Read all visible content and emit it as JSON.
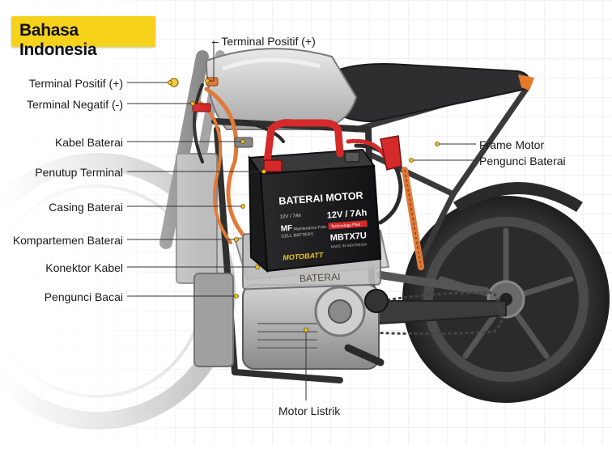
{
  "title": "Bahasa Indonesia",
  "labels": {
    "terminal_positif_top": "– Terminal Positif (+)",
    "terminal_positif": "Terminal Positif (+)",
    "terminal_negatif": "Terminal Negatif (-)",
    "kabel_baterai": "Kabel Baterai",
    "penutup_terminal": "Penutup Terminal",
    "casing_baterai": "Casing Baterai",
    "kompartemen_baterai": "Kompartemen Baterai",
    "konektor_kabel": "Konektor Kabel",
    "pengunci_bacai": "Pengunci Bacai",
    "frame_motor": "Frame Motor",
    "pengunci_baterai": "Pengunci Baterai",
    "motor_listrik": "Motor Listrik"
  },
  "battery": {
    "brand_title": "BATERAI MOTOR",
    "rating": "12V / 7Ah",
    "small_rating": "12V / 7Ah",
    "mf_text": "MF",
    "mf_sub": "Maintenance Free",
    "cell": "CELL BATTERY",
    "model": "MBTX7U",
    "made": "MADE IN INDONESIA",
    "logo": "MOTOBATT",
    "tray_label": "BATERAI",
    "badge": "Technology Plus"
  },
  "colors": {
    "title_bg": "#f6d21b",
    "battery_body": "#1c1c1e",
    "terminal_red": "#d42a2a",
    "cable_orange": "#e07a3a",
    "tray": "#bfbfbf"
  }
}
